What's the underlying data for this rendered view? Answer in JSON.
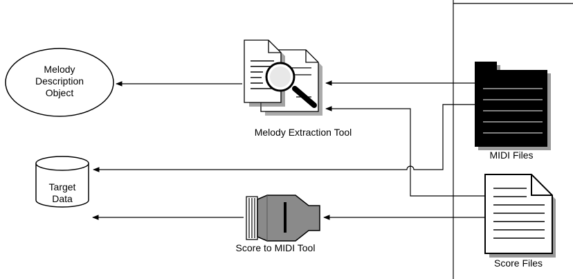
{
  "nodes": {
    "melody_object": {
      "lines": [
        "Melody",
        "Description",
        "Object"
      ]
    },
    "target_data": {
      "lines": [
        "Target",
        "Data"
      ]
    },
    "extraction_tool": {
      "label": "Melody Extraction Tool",
      "icon": "document-magnifier-icon"
    },
    "score_midi_tool": {
      "label": "Score to MIDI Tool",
      "icon": "cable-connector-icon"
    },
    "midi_files": {
      "label": "MIDI Files",
      "icon": "black-file-stack-icon"
    },
    "score_files": {
      "label": "Score Files",
      "icon": "document-icon"
    }
  },
  "colors": {
    "line": "#000000",
    "connector_body": "#8a8a8a",
    "folder": "#000000"
  }
}
